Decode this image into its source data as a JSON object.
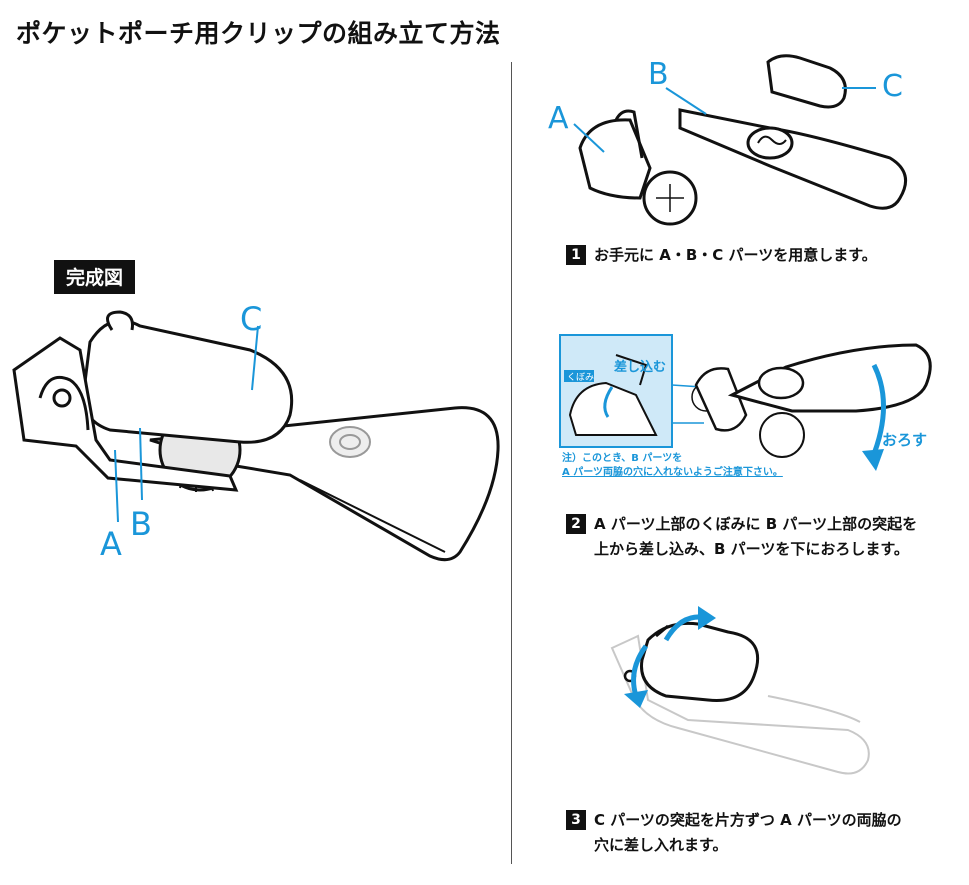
{
  "title": "ポケットポーチ用クリップの組み立て方法",
  "completed_badge": "完成図",
  "main_labels": {
    "a": "A",
    "b": "B",
    "c": "C"
  },
  "step1": {
    "number": "1",
    "text": "お手元に A・B・C パーツを用意します。",
    "labels": {
      "a": "A",
      "b": "B",
      "c": "C"
    }
  },
  "step2": {
    "number": "2",
    "text_line1": "A パーツ上部のくぼみに B パーツ上部の突起を",
    "text_line2": "上から差し込み、B パーツを下におろします。",
    "inset_tag": "くぼみ",
    "inset_insert": "差し込む",
    "lower_label": "おろす",
    "note_line1": "注）このとき、B パーツを",
    "note_line2": "A パーツ両脇の穴に入れないようご注意下さい。"
  },
  "step3": {
    "number": "3",
    "text_line1": "C パーツの突起を片方ずつ A パーツの両脇の",
    "text_line2": "穴に差し入れます。"
  },
  "colors": {
    "accent": "#1a96d9",
    "ink": "#111111",
    "inset_bg": "#cfe9f8"
  }
}
